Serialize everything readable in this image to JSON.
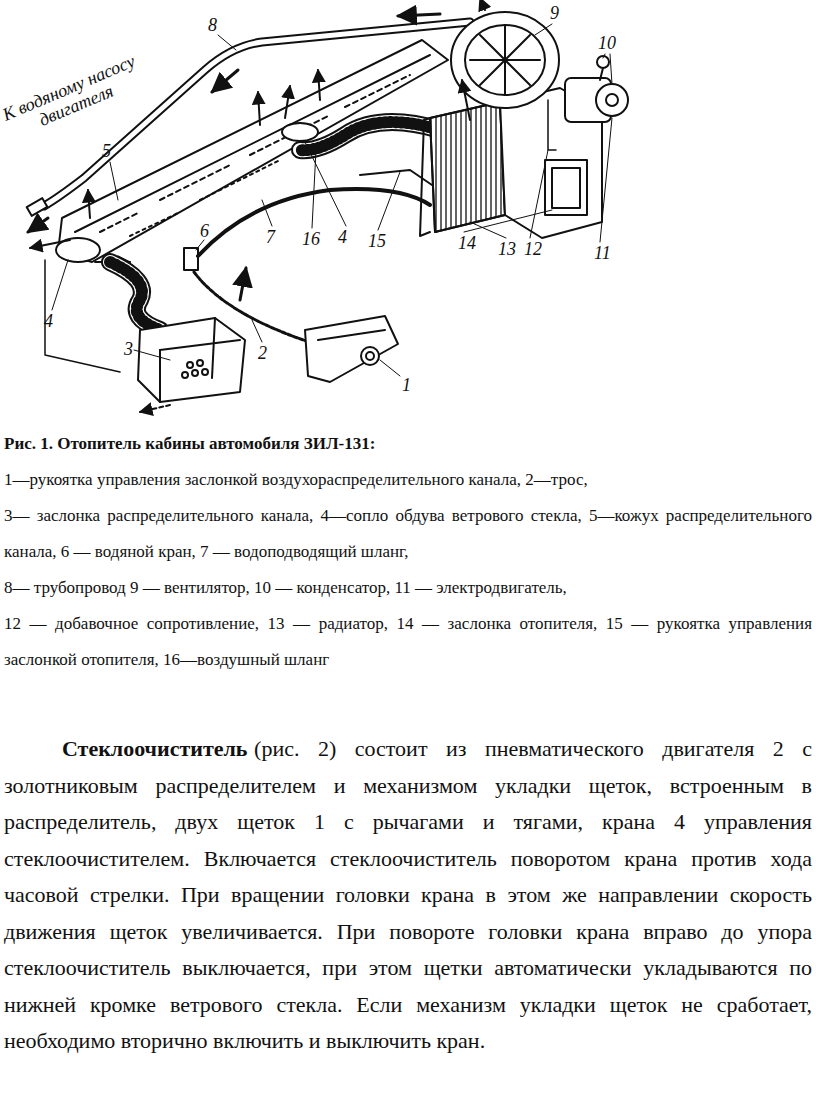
{
  "diagram": {
    "caption": "Рис. 1. Отопитель кабины автомобиля ЗИЛ-131:",
    "labels": [
      "8",
      "9",
      "10",
      "К водяному насосу двигателя",
      "5",
      "4",
      "6",
      "7",
      "16",
      "4",
      "15",
      "14",
      "13",
      "12",
      "11",
      "3",
      "2",
      "1",
      "1—рукоятка управления заслонкой воздухораспределительного канала, 2—трос,",
      "3— заслонка распределительного канала, 4—сопло обдува ветрового стекла, 5—кожух распределительного канала, 6 — водяной кран, 7 — водоподводящий шланг,",
      "8— трубопровод 9 — вентилятор, 10 — конденсатор, 11 — электродвигатель,",
      "12 — добавочное сопротивление, 13 — радиатор, 14 — заслонка отопителя, 15 — рукоятка управления заслонкой отопителя, 16—воздушный шланг",
      "Стеклоочиститель",
      "(рис. 2) состоит из пневматического двигателя 2 с золотниковым распределителем и механизмом укладки щеток, встроенным в распределитель, двух щеток 1 с рычагами и тягами, крана 4 управления стеклоочистителем. Включается стеклоочиститель поворотом крана против хода часовой стрелки. При вращении головки крана в этом же направлении скорость движения щеток увеличивается. При повороте головки крана вправо до упора стеклоочиститель выключается, при этом щетки автоматически укладываются по нижней кромке ветрового стекла. Если механизм укладки щеток не сработает, необходимо вторично включить и выключить кран."
    ]
  }
}
